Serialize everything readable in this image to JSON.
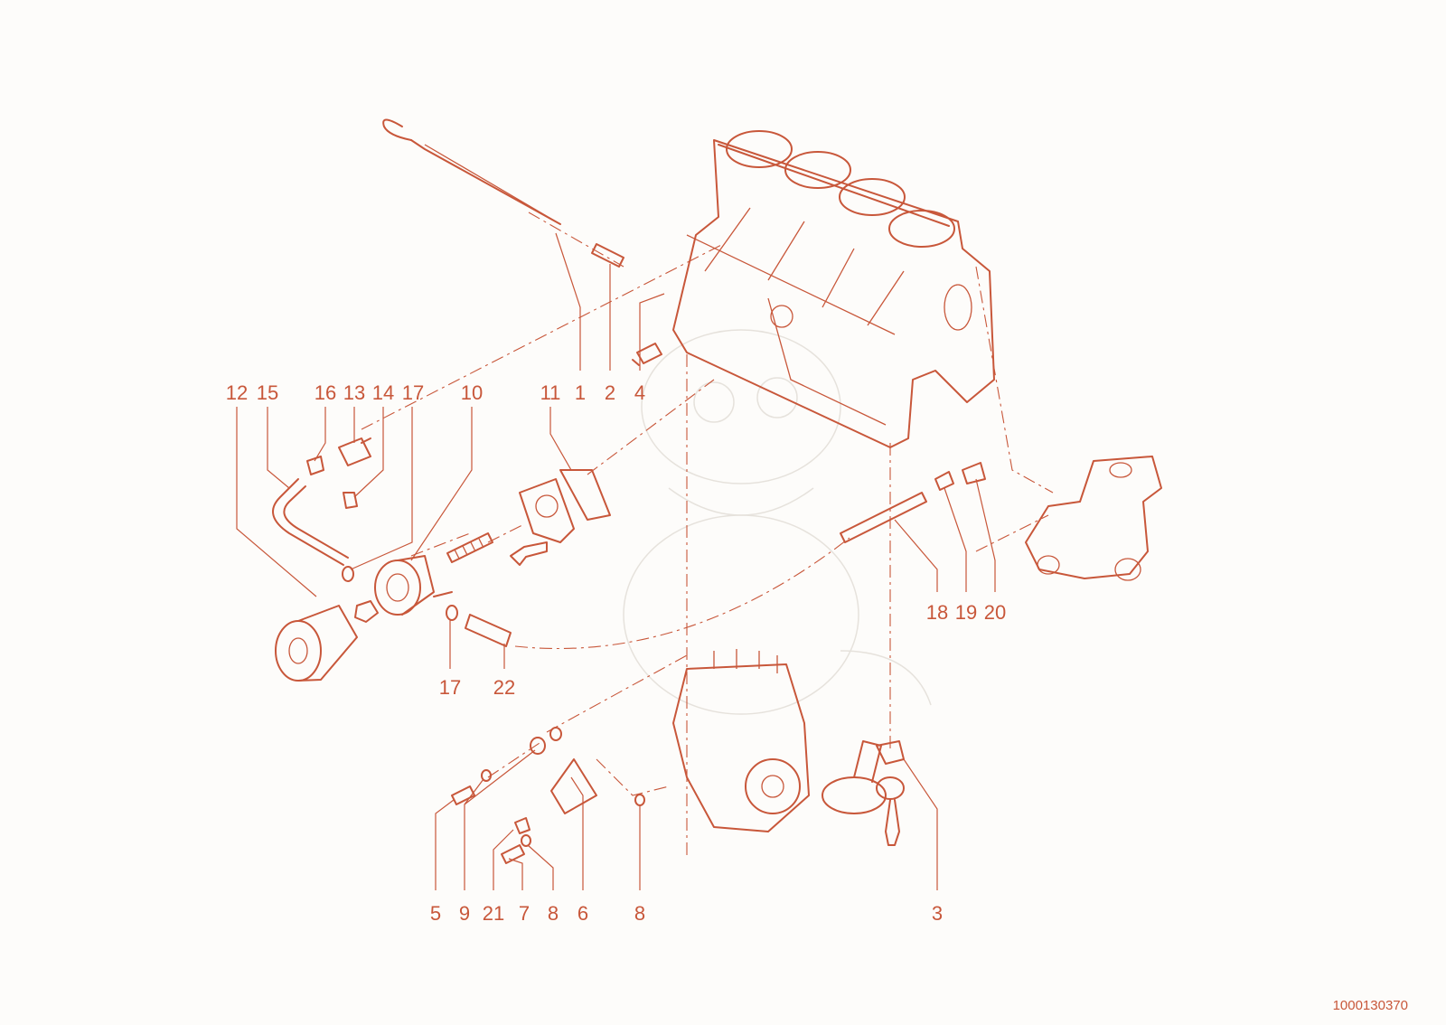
{
  "diagram": {
    "callouts": [
      {
        "id": "c12a",
        "text": "12"
      },
      {
        "id": "c15",
        "text": "15"
      },
      {
        "id": "c16",
        "text": "16"
      },
      {
        "id": "c13",
        "text": "13"
      },
      {
        "id": "c14",
        "text": "14"
      },
      {
        "id": "c17a",
        "text": "17"
      },
      {
        "id": "c10",
        "text": "10"
      },
      {
        "id": "c11",
        "text": "11"
      },
      {
        "id": "c1",
        "text": "1"
      },
      {
        "id": "c2",
        "text": "2"
      },
      {
        "id": "c4",
        "text": "4"
      },
      {
        "id": "c18",
        "text": "18"
      },
      {
        "id": "c19",
        "text": "19"
      },
      {
        "id": "c20",
        "text": "20"
      },
      {
        "id": "c17b",
        "text": "17"
      },
      {
        "id": "c22",
        "text": "22"
      },
      {
        "id": "c5",
        "text": "5"
      },
      {
        "id": "c9",
        "text": "9"
      },
      {
        "id": "c21",
        "text": "21"
      },
      {
        "id": "c7",
        "text": "7"
      },
      {
        "id": "c8a",
        "text": "8"
      },
      {
        "id": "c6",
        "text": "6"
      },
      {
        "id": "c8b",
        "text": "8"
      },
      {
        "id": "c3",
        "text": "3"
      }
    ],
    "document_id": "1000130370",
    "line_color": "#c8573a",
    "background_color": "#fdfcfa"
  }
}
